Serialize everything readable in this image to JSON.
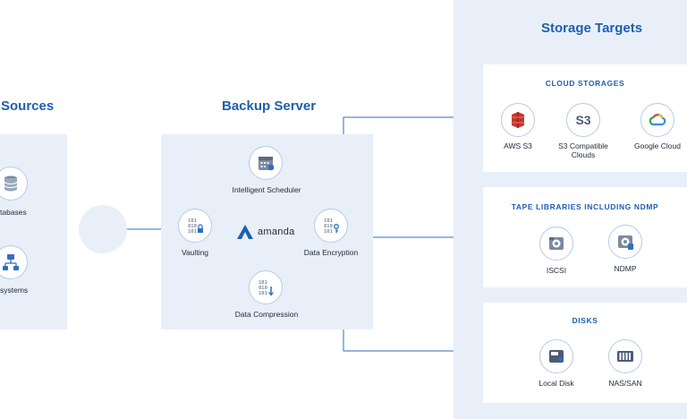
{
  "sources": {
    "title": "Sources",
    "items": [
      {
        "label": "tabases",
        "icon": "database-icon"
      },
      {
        "label": "systems",
        "icon": "file-systems-icon"
      }
    ]
  },
  "backup_server": {
    "title": "Backup Server",
    "logo_text": "amanda",
    "features": [
      {
        "label": "Intelligent Scheduler",
        "icon": "calendar-icon"
      },
      {
        "label": "Vaulting",
        "icon": "binary-lock-icon"
      },
      {
        "label": "Data Encryption",
        "icon": "binary-key-icon"
      },
      {
        "label": "Data Compression",
        "icon": "binary-compress-icon"
      }
    ]
  },
  "storage_targets": {
    "title": "Storage Targets",
    "groups": [
      {
        "title": "CLOUD STORAGES",
        "items": [
          {
            "label": "AWS S3",
            "icon": "aws-s3-icon"
          },
          {
            "label": "S3 Compatible Clouds",
            "icon": "s3-icon",
            "icon_text": "S3"
          },
          {
            "label": "Google Cloud",
            "icon": "google-cloud-icon"
          }
        ]
      },
      {
        "title": "TAPE LIBRARIES INCLUDING NDMP",
        "items": [
          {
            "label": "ISCSI",
            "icon": "iscsi-icon"
          },
          {
            "label": "NDMP",
            "icon": "ndmp-icon"
          }
        ]
      },
      {
        "title": "DISKS",
        "items": [
          {
            "label": "Local Disk",
            "icon": "local-disk-icon"
          },
          {
            "label": "NAS/SAN",
            "icon": "nas-san-icon"
          }
        ]
      }
    ]
  },
  "colors": {
    "accent": "#1f5fae",
    "panel": "#e8eff9",
    "connector": "#2f6fbf",
    "aws": "#c7352f"
  }
}
